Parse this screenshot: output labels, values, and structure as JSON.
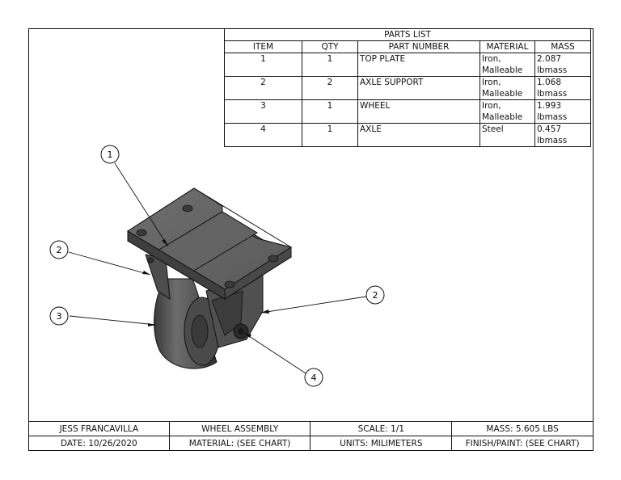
{
  "parts_list": {
    "title": "PARTS LIST",
    "headers": [
      "ITEM",
      "QTY",
      "PART NUMBER",
      "MATERIAL",
      "MASS"
    ],
    "rows": [
      {
        "item": "1",
        "qty": "1",
        "part": "TOP PLATE",
        "mat1": "Iron,",
        "mat2": "Malleable",
        "mass1": "2.087",
        "mass2": "lbmass"
      },
      {
        "item": "2",
        "qty": "2",
        "part": "AXLE SUPPORT",
        "mat1": "Iron,",
        "mat2": "Malleable",
        "mass1": "1.068",
        "mass2": "lbmass"
      },
      {
        "item": "3",
        "qty": "1",
        "part": "WHEEL",
        "mat1": "Iron,",
        "mat2": "Malleable",
        "mass1": "1.993",
        "mass2": "lbmass"
      },
      {
        "item": "4",
        "qty": "1",
        "part": "AXLE",
        "mat1": "Steel",
        "mat2": "",
        "mass1": "0.457",
        "mass2": "lbmass"
      }
    ]
  },
  "balloons": [
    "1",
    "2",
    "3",
    "2",
    "4"
  ],
  "title_block": {
    "designer": "JESS FRANCAVILLA",
    "title": "WHEEL ASSEMBLY",
    "scale": "SCALE: 1/1",
    "mass": "MASS: 5.605 LBS",
    "date": "DATE: 10/26/2020",
    "material": "MATERIAL: (SEE CHART)",
    "units": "UNITS: MILIMETERS",
    "finish": "FINISH/PAINT: (SEE CHART)"
  }
}
